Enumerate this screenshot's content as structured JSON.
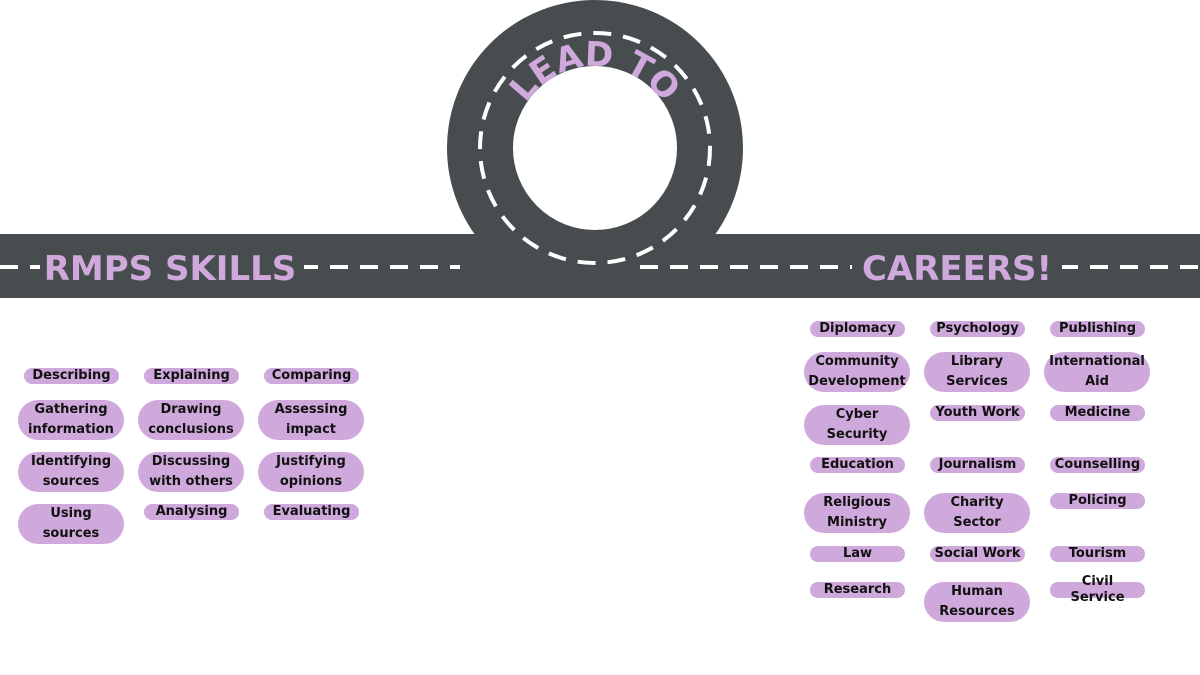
{
  "road": {
    "loop_label": "LEAD TO",
    "left_label": "RMPS SKILLS",
    "right_label": "CAREERS!",
    "road_color": "#474d4f",
    "label_color": "#cfa8dc",
    "dash_color": "#ffffff"
  },
  "pill_color": "#cfa8dc",
  "skills": [
    "Describing",
    "Explaining",
    "Comparing",
    "Gathering\ninformation",
    "Drawing\nconclusions",
    "Assessing\nimpact",
    "Identifying\nsources",
    "Discussing\nwith others",
    "Justifying\nopinions",
    "Using\nsources",
    "Analysing",
    "Evaluating"
  ],
  "careers": [
    "Diplomacy",
    "Psychology",
    "Publishing",
    "Community\nDevelopment",
    "Library\nServices",
    "International\nAid",
    "Cyber\nSecurity",
    "Youth Work",
    "Medicine",
    "Education",
    "Journalism",
    "Counselling",
    "Religious\nMinistry",
    "Charity\nSector",
    "Policing",
    "Law",
    "Social Work",
    "Tourism",
    "Research",
    "Human\nResources",
    "Civil Service"
  ]
}
